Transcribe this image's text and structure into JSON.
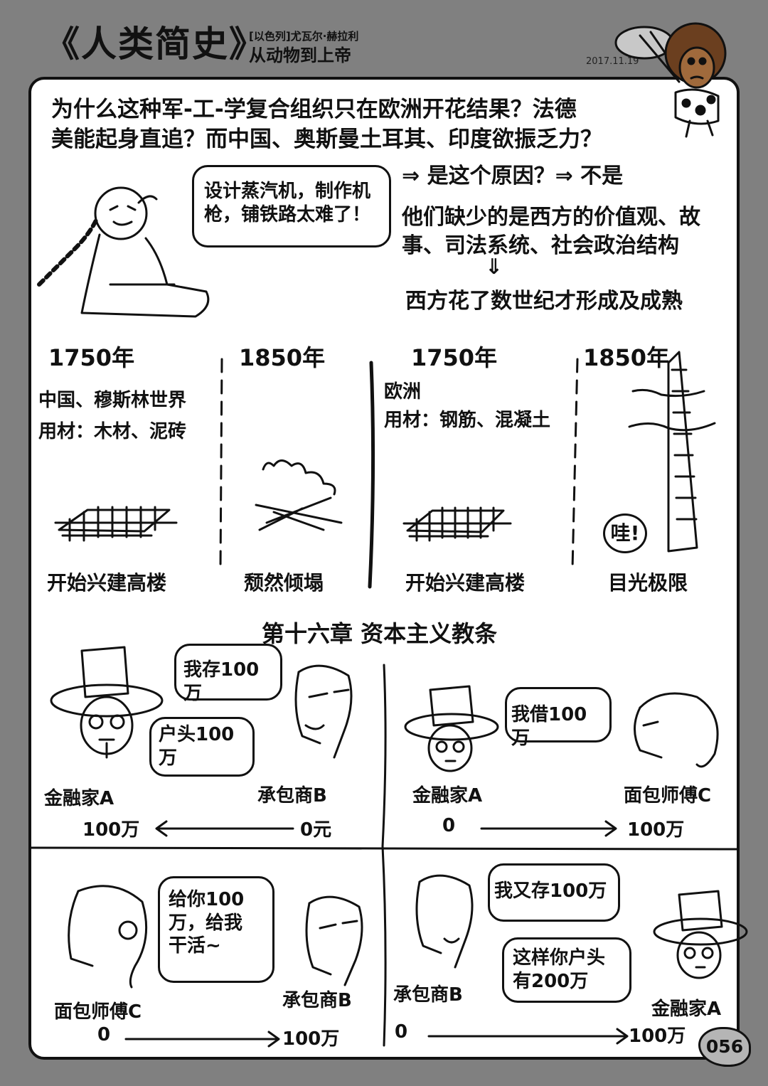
{
  "header": {
    "title": "《人类简史》",
    "author": "[以色列]尤瓦尔·赫拉利",
    "subtitle": "从动物到上帝",
    "date": "2017.11.19"
  },
  "intro": {
    "question_line1": "为什么这种军-工-学复合组织只在欧洲开花结果？法德",
    "question_line2": "美能起身直追？而中国、奥斯曼土耳其、印度欲振乏力？",
    "bubble_line1": "设计蒸汽机，制作机",
    "bubble_line2": "枪，铺铁路太难了！",
    "reason_prefix": "⇒ 是这个原因？⇒ 不是",
    "answer_line1": "他们缺少的是西方的价值观、故",
    "answer_line2": "事、司法系统、社会政治结构",
    "arrow_down": "⇓",
    "conclusion": "西方花了数世纪才形成及成熟"
  },
  "timeline": {
    "col1": {
      "year": "1750年",
      "region": "中国、穆斯林世界",
      "material": "用材：木材、泥砖",
      "caption": "开始兴建高楼"
    },
    "col2": {
      "year": "1850年",
      "caption": "颓然倾塌"
    },
    "col3": {
      "year": "1750年",
      "region": "欧洲",
      "material": "用材：钢筋、混凝土",
      "caption": "开始兴建高楼"
    },
    "col4": {
      "year": "1850年",
      "exclaim": "哇!",
      "caption": "目光极限"
    }
  },
  "chapter": {
    "title": "第十六章 资本主义教条"
  },
  "comic": {
    "p1": {
      "bubble1": "我存100万",
      "bubble2": "户头100\n万",
      "left_name": "金融家A",
      "right_name": "承包商B",
      "left_value": "100万",
      "right_value": "0元"
    },
    "p2": {
      "bubble1": "我借100万",
      "left_name": "金融家A",
      "right_name": "面包师傅C",
      "left_value": "0",
      "right_value": "100万"
    },
    "p3": {
      "bubble1": "给你100\n万，给我\n干活~",
      "left_name": "面包师傅C",
      "right_name": "承包商B",
      "left_value": "0",
      "right_value": "100万"
    },
    "p4": {
      "bubble1": "我又存100万",
      "bubble2": "这样你户头\n有200万",
      "left_name": "承包商B",
      "right_name": "金融家A",
      "left_value": "0",
      "right_value": "100万"
    }
  },
  "page_number": "056"
}
